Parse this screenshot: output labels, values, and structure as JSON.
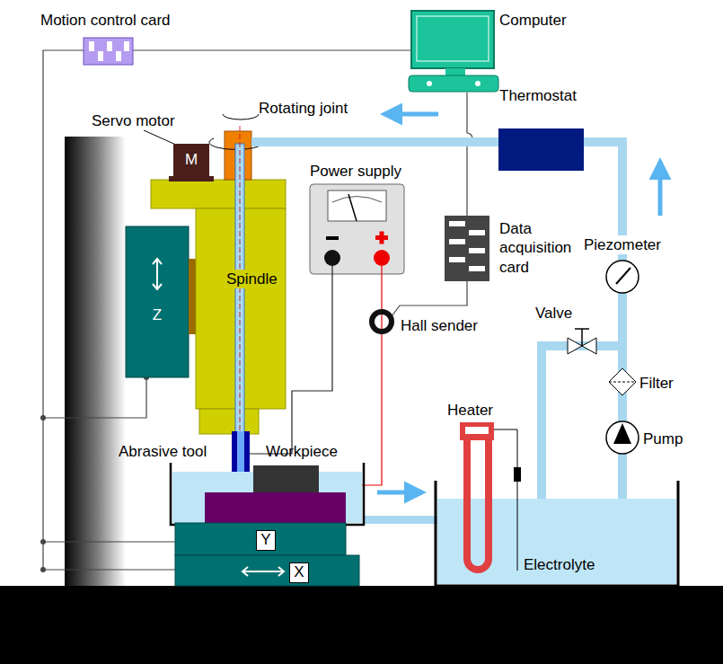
{
  "diagram": {
    "nodes": [
      {
        "text": [
          "M"
        ]
      },
      {
        "text": [
          "Z"
        ]
      },
      {
        "text": [
          "Y"
        ]
      },
      {
        "text": [
          "X"
        ]
      }
    ],
    "labels": [
      "Motion control card",
      "Computer",
      "Rotating joint",
      "Servo motor",
      "Thermostat",
      "Power supply",
      "Data acquisition card",
      "Piezometer",
      "Spindle",
      "Hall sender",
      "Valve",
      "Filter",
      "Heater",
      "Pump",
      "Abrasive tool",
      "Workpiece",
      "Electrolyte"
    ]
  }
}
